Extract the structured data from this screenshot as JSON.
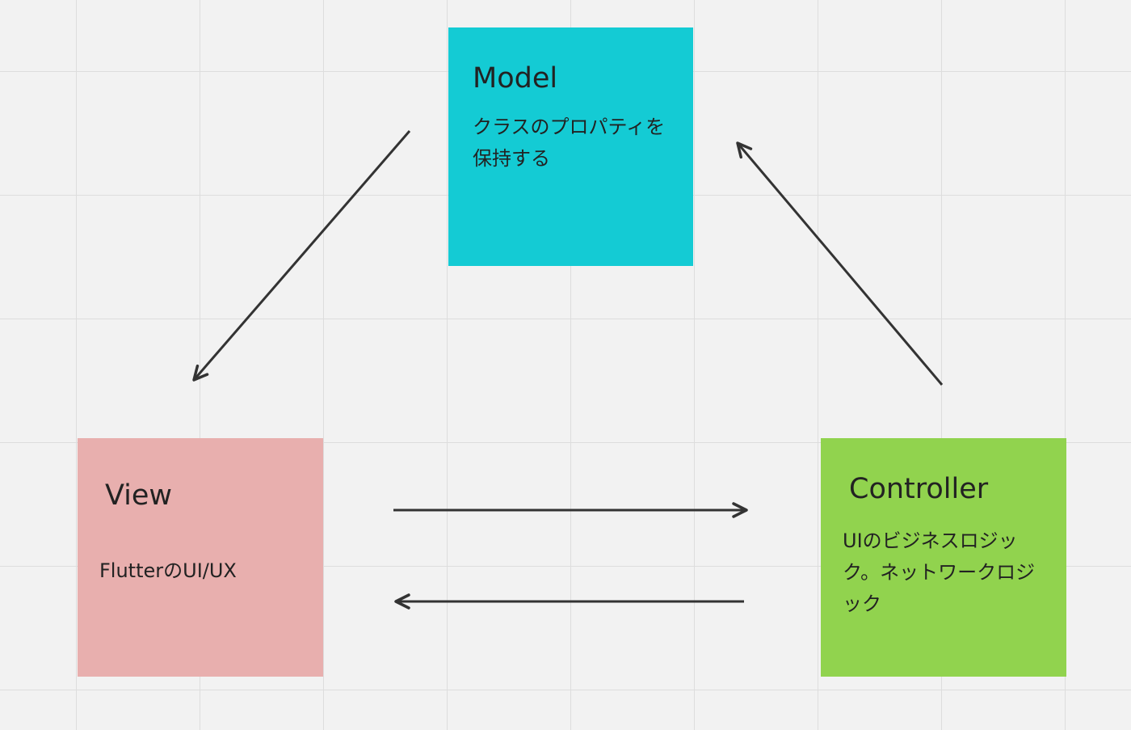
{
  "colors": {
    "canvas": "#f2f2f2",
    "grid": "#dddddd",
    "arrow": "#333333"
  },
  "nodes": {
    "model": {
      "title": "Model",
      "body": "クラスのプロパティを保持する",
      "color": "#14cbd4"
    },
    "view": {
      "title": "View",
      "body": "FlutterのUI/UX",
      "color": "#e8afae"
    },
    "controller": {
      "title": "Controller",
      "body": "UIのビジネスロジック。ネットワークロジック",
      "color": "#91d34e"
    }
  },
  "edges": [
    {
      "from": "model",
      "to": "view"
    },
    {
      "from": "controller",
      "to": "model"
    },
    {
      "from": "view",
      "to": "controller"
    },
    {
      "from": "controller",
      "to": "view"
    }
  ]
}
